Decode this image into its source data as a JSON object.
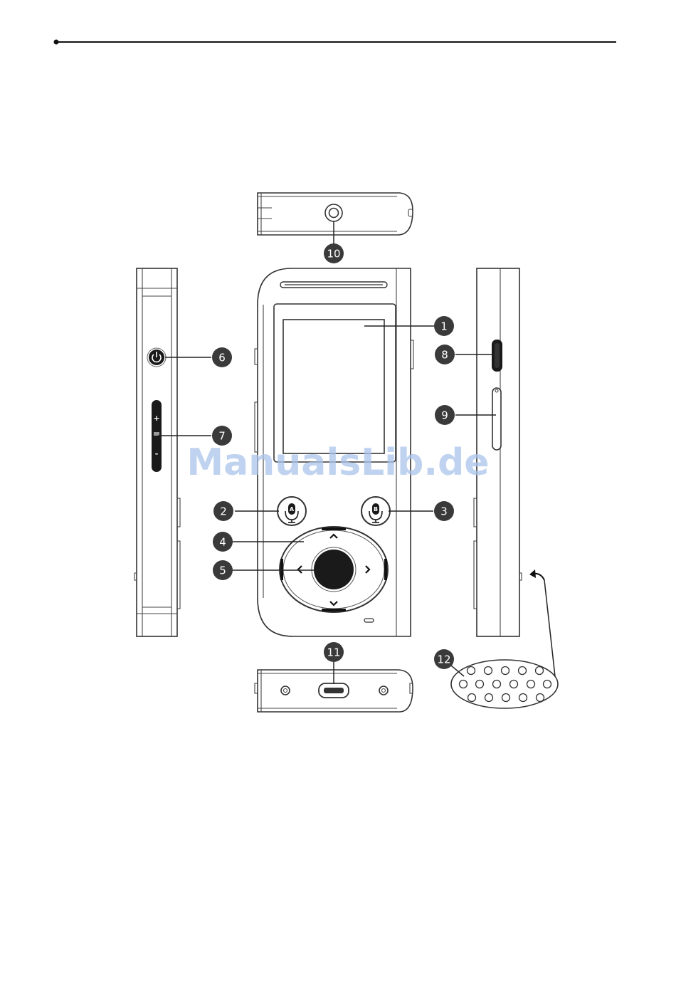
{
  "callouts": {
    "c1": "1",
    "c2": "2",
    "c3": "3",
    "c4": "4",
    "c5": "5",
    "c6": "6",
    "c7": "7",
    "c8": "8",
    "c9": "9",
    "c10": "10",
    "c11": "11",
    "c12": "12"
  },
  "buttons": {
    "mic_a_letter": "A",
    "mic_b_letter": "B"
  },
  "volume": {
    "plus": "+",
    "minus": "-"
  },
  "watermark": "ManualsLib.de",
  "colors": {
    "callout_fill": "#3a3a3a",
    "line": "#333333",
    "watermark": "#aac4ea"
  }
}
